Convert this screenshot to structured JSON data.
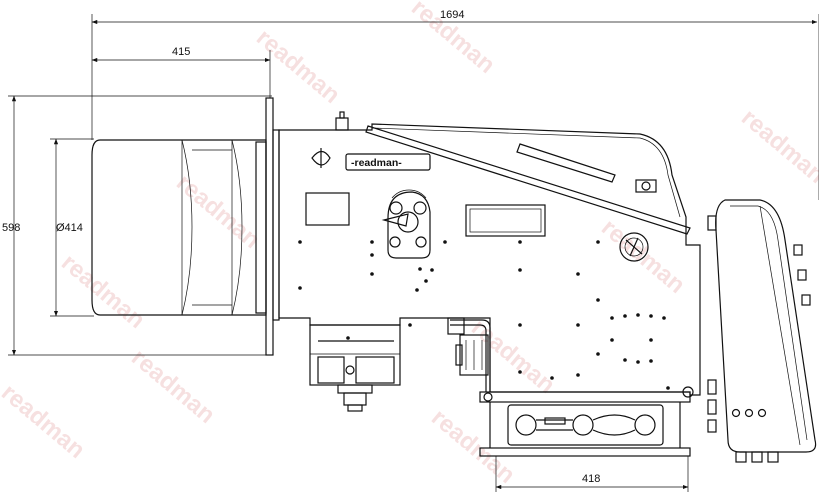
{
  "dimensions": {
    "overall_length": "1694",
    "head_length": "415",
    "height": "598",
    "blast_tube_diameter": "Ø414",
    "base_width": "418"
  },
  "logo": {
    "text": "-readman-"
  },
  "watermark": {
    "text": "readman"
  }
}
